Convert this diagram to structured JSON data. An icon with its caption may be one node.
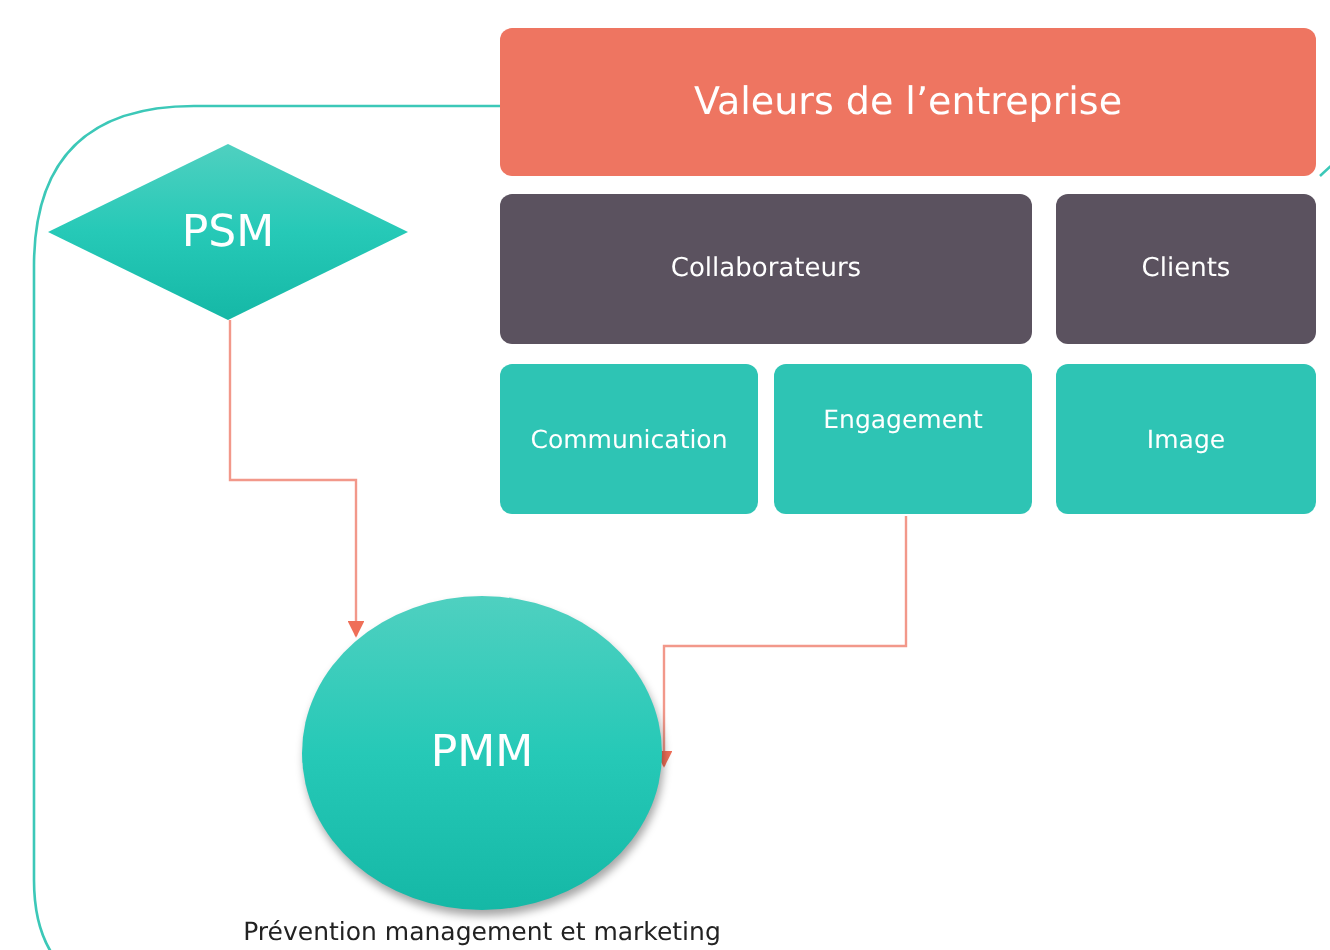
{
  "diagram": {
    "nodes": [
      {
        "text": [
          "Valeurs de l’entreprise"
        ]
      },
      {
        "text": [
          "PSM"
        ]
      },
      {
        "text": [
          "Collaborateurs"
        ]
      },
      {
        "text": [
          "Clients"
        ]
      },
      {
        "text": [
          "Communication"
        ]
      },
      {
        "text": [
          "Engagement"
        ]
      },
      {
        "text": [
          "Image"
        ]
      },
      {
        "text": [
          "PMM"
        ],
        "beside": [
          "Prévention management et marketing"
        ]
      }
    ],
    "edges": [
      {
        "from": 1,
        "to": 7,
        "arrow": "to"
      },
      {
        "from": 5,
        "to": 7,
        "arrow": "to"
      }
    ]
  }
}
